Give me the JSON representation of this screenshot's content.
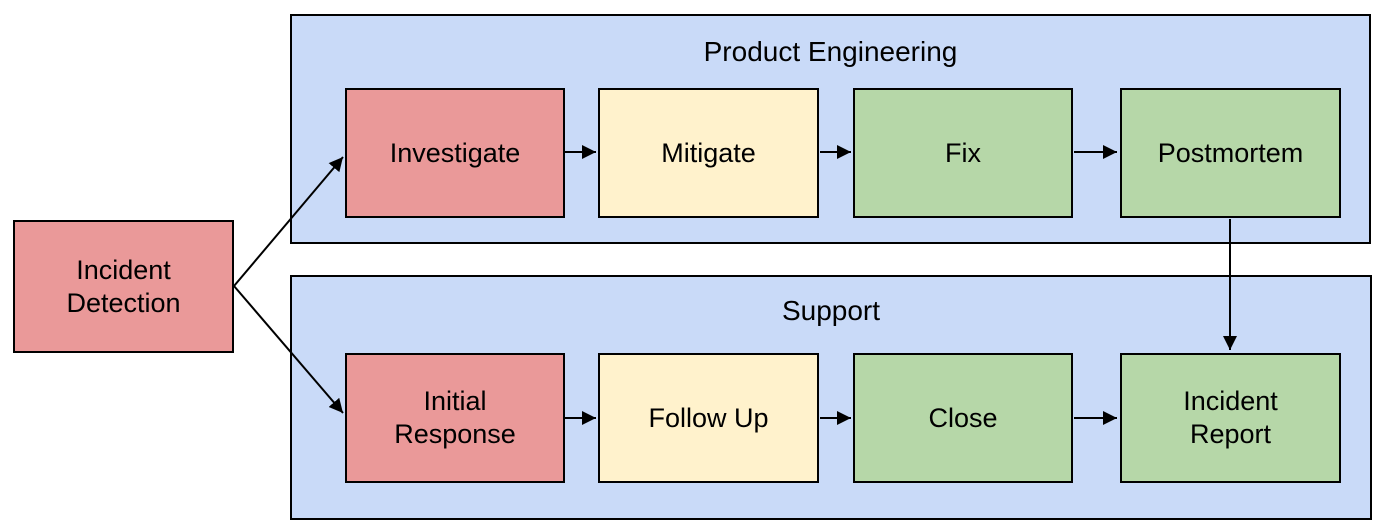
{
  "colors": {
    "background": "#ffffff",
    "lane_fill": "#c9daf8",
    "node_red": "#ea9999",
    "node_yellow": "#fff2cc",
    "node_green": "#b6d7a8",
    "border": "#000000",
    "text": "#000000"
  },
  "diagram": {
    "start": {
      "label": "Incident\nDetection",
      "color": "#ea9999"
    },
    "lanes": [
      {
        "title": "Product Engineering",
        "nodes": [
          {
            "label": "Investigate",
            "color": "#ea9999"
          },
          {
            "label": "Mitigate",
            "color": "#fff2cc"
          },
          {
            "label": "Fix",
            "color": "#b6d7a8"
          },
          {
            "label": "Postmortem",
            "color": "#b6d7a8"
          }
        ]
      },
      {
        "title": "Support",
        "nodes": [
          {
            "label": "Initial\nResponse",
            "color": "#ea9999"
          },
          {
            "label": "Follow Up",
            "color": "#fff2cc"
          },
          {
            "label": "Close",
            "color": "#b6d7a8"
          },
          {
            "label": "Incident\nReport",
            "color": "#b6d7a8"
          }
        ]
      }
    ],
    "edges": [
      {
        "from": "Incident Detection",
        "to": "Investigate"
      },
      {
        "from": "Incident Detection",
        "to": "Initial Response"
      },
      {
        "from": "Investigate",
        "to": "Mitigate"
      },
      {
        "from": "Mitigate",
        "to": "Fix"
      },
      {
        "from": "Fix",
        "to": "Postmortem"
      },
      {
        "from": "Postmortem",
        "to": "Incident Report"
      },
      {
        "from": "Initial Response",
        "to": "Follow Up"
      },
      {
        "from": "Follow Up",
        "to": "Close"
      },
      {
        "from": "Close",
        "to": "Incident Report"
      }
    ]
  }
}
